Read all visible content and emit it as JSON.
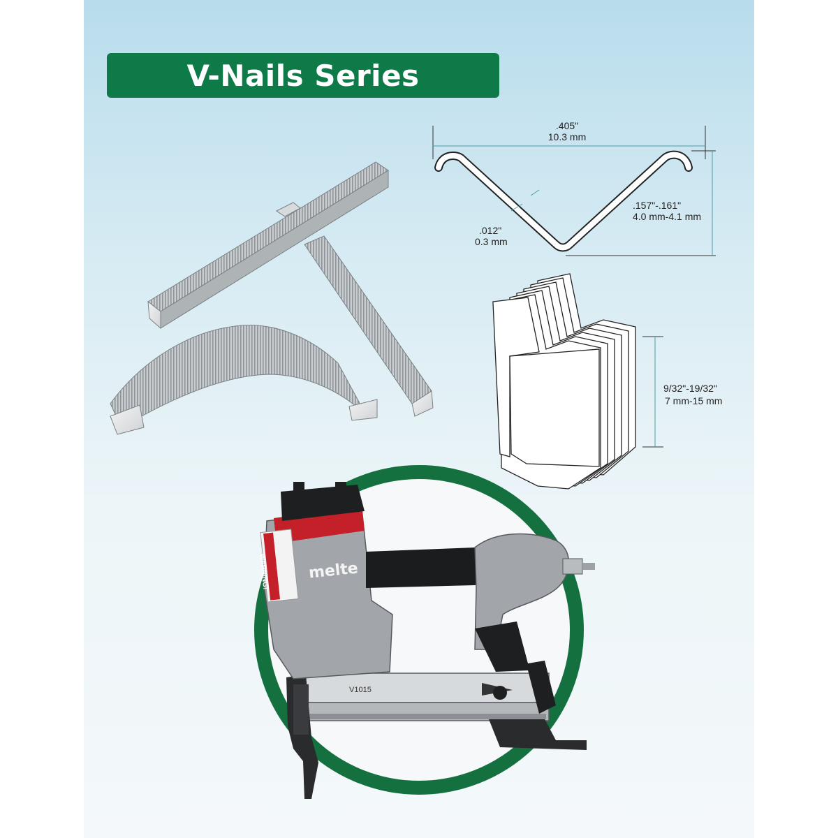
{
  "title": "V-Nails Series",
  "dimensions": {
    "width_in": ".405\"",
    "width_mm": "10.3  mm",
    "height_in": ".157\"-.161\"",
    "height_mm": "4.0 mm-4.1 mm",
    "thickness_in": ".012\"",
    "thickness_mm": "0.3 mm",
    "length_in": "9/32\"-19/32\"",
    "length_mm": "7 mm-15 mm"
  },
  "tool": {
    "brand": "melte",
    "model": "V1015",
    "warning": "WARNING!"
  },
  "colors": {
    "brand_green": "#0e7a48",
    "accent_red": "#c4202a",
    "tool_gray": "#9a9ea2"
  }
}
